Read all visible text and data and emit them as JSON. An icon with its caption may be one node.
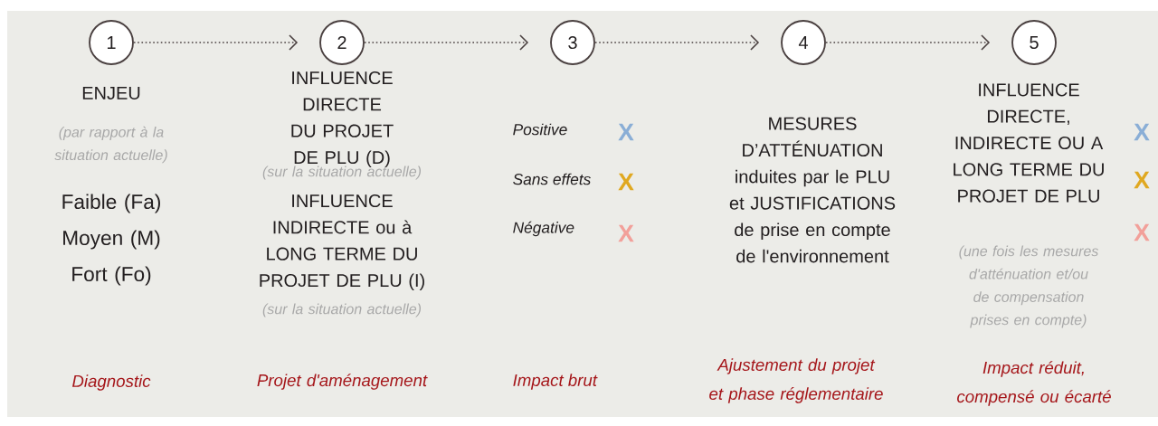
{
  "diagram": {
    "nodes": [
      {
        "text": [
          "1"
        ]
      },
      {
        "text": [
          "2"
        ]
      },
      {
        "text": [
          "3"
        ]
      },
      {
        "text": [
          "4"
        ]
      },
      {
        "text": [
          "5"
        ]
      }
    ],
    "edges": [
      {
        "from": 0,
        "to": 1,
        "arrow": "to"
      },
      {
        "from": 1,
        "to": 2,
        "arrow": "to"
      },
      {
        "from": 2,
        "to": 3,
        "arrow": "to"
      },
      {
        "from": 3,
        "to": 4,
        "arrow": "to"
      }
    ],
    "labels": [
      "ENJEU",
      "(par rapport à la situation actuelle)",
      "Faible (Fa)",
      "Moyen (M)",
      "Fort (Fo)",
      "Diagnostic",
      "INFLUENCE DIRECTE DU PROJET DE  PLU (D)",
      "(sur la situation actuelle)",
      "INFLUENCE INDIRECTE ou à LONG TERME DU PROJET DE  PLU (I)",
      "(sur la situation actuelle)",
      "Projet d'aménagement",
      "Positive",
      "X",
      "Sans effets",
      "X",
      "Négative",
      "X",
      "Impact brut",
      "MESURES D’ATTÉNUATION induites par le  PLU et JUSTIFICATIONS de prise en compte de l'environnement",
      "Ajustement du projet et phase réglementaire",
      "INFLUENCE DIRECTE, INDIRECTE OU A LONG TERME DU PROJET DE  PLU",
      "X",
      "X",
      "X",
      "(une fois les mesures d'atténuation et/ou de compensation prises en compte)",
      "Impact réduit, compensé ou écarté"
    ]
  }
}
